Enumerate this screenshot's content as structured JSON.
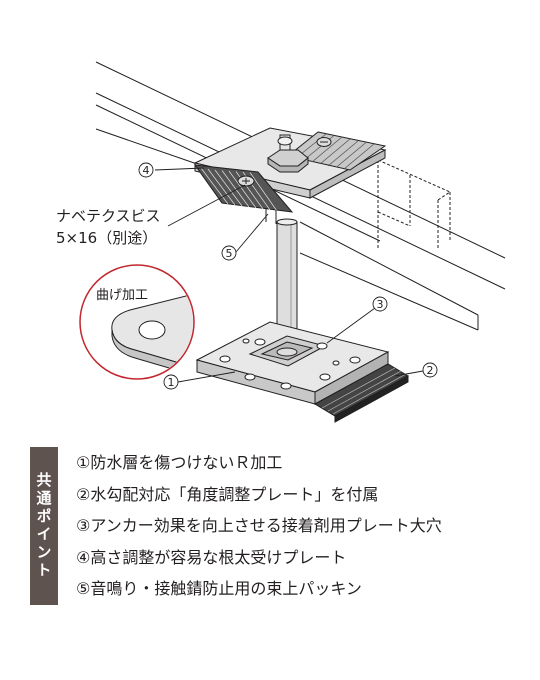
{
  "callouts": {
    "screw_line1": "ナベテクスビス",
    "screw_line2": "5×16（別途）",
    "bend_label": "曲げ加工"
  },
  "markers": {
    "m1": "1",
    "m2": "2",
    "m3": "3",
    "m4": "4",
    "m5": "5"
  },
  "points": {
    "tab_label": "共通ポイント",
    "items": [
      "①防水層を傷つけないＲ加工",
      "②水勾配対応「角度調整プレート」を付属",
      "③アンカー効果を向上させる接着剤用プレート大穴",
      "④高さ調整が容易な根太受けプレート",
      "⑤音鳴り・接触錆防止用の束上パッキン"
    ]
  },
  "colors": {
    "line": "#231f20",
    "metal_light": "#eeeeee",
    "metal_mid": "#dadada",
    "metal_dark": "#bdbdbd",
    "circle_red": "#c1272d",
    "tab_bg": "#5f5350"
  }
}
